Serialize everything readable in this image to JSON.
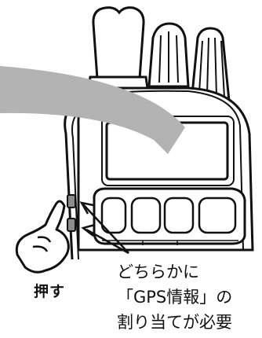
{
  "labels": {
    "push": "押す",
    "note_line1": "どちらかに",
    "note_line2": "「GPS情報」の",
    "note_line3": "割り当てが必要"
  },
  "colors": {
    "arrow_gray": "#b3b3b3",
    "outline": "#111111",
    "button_fill": "#8c8c8c"
  }
}
